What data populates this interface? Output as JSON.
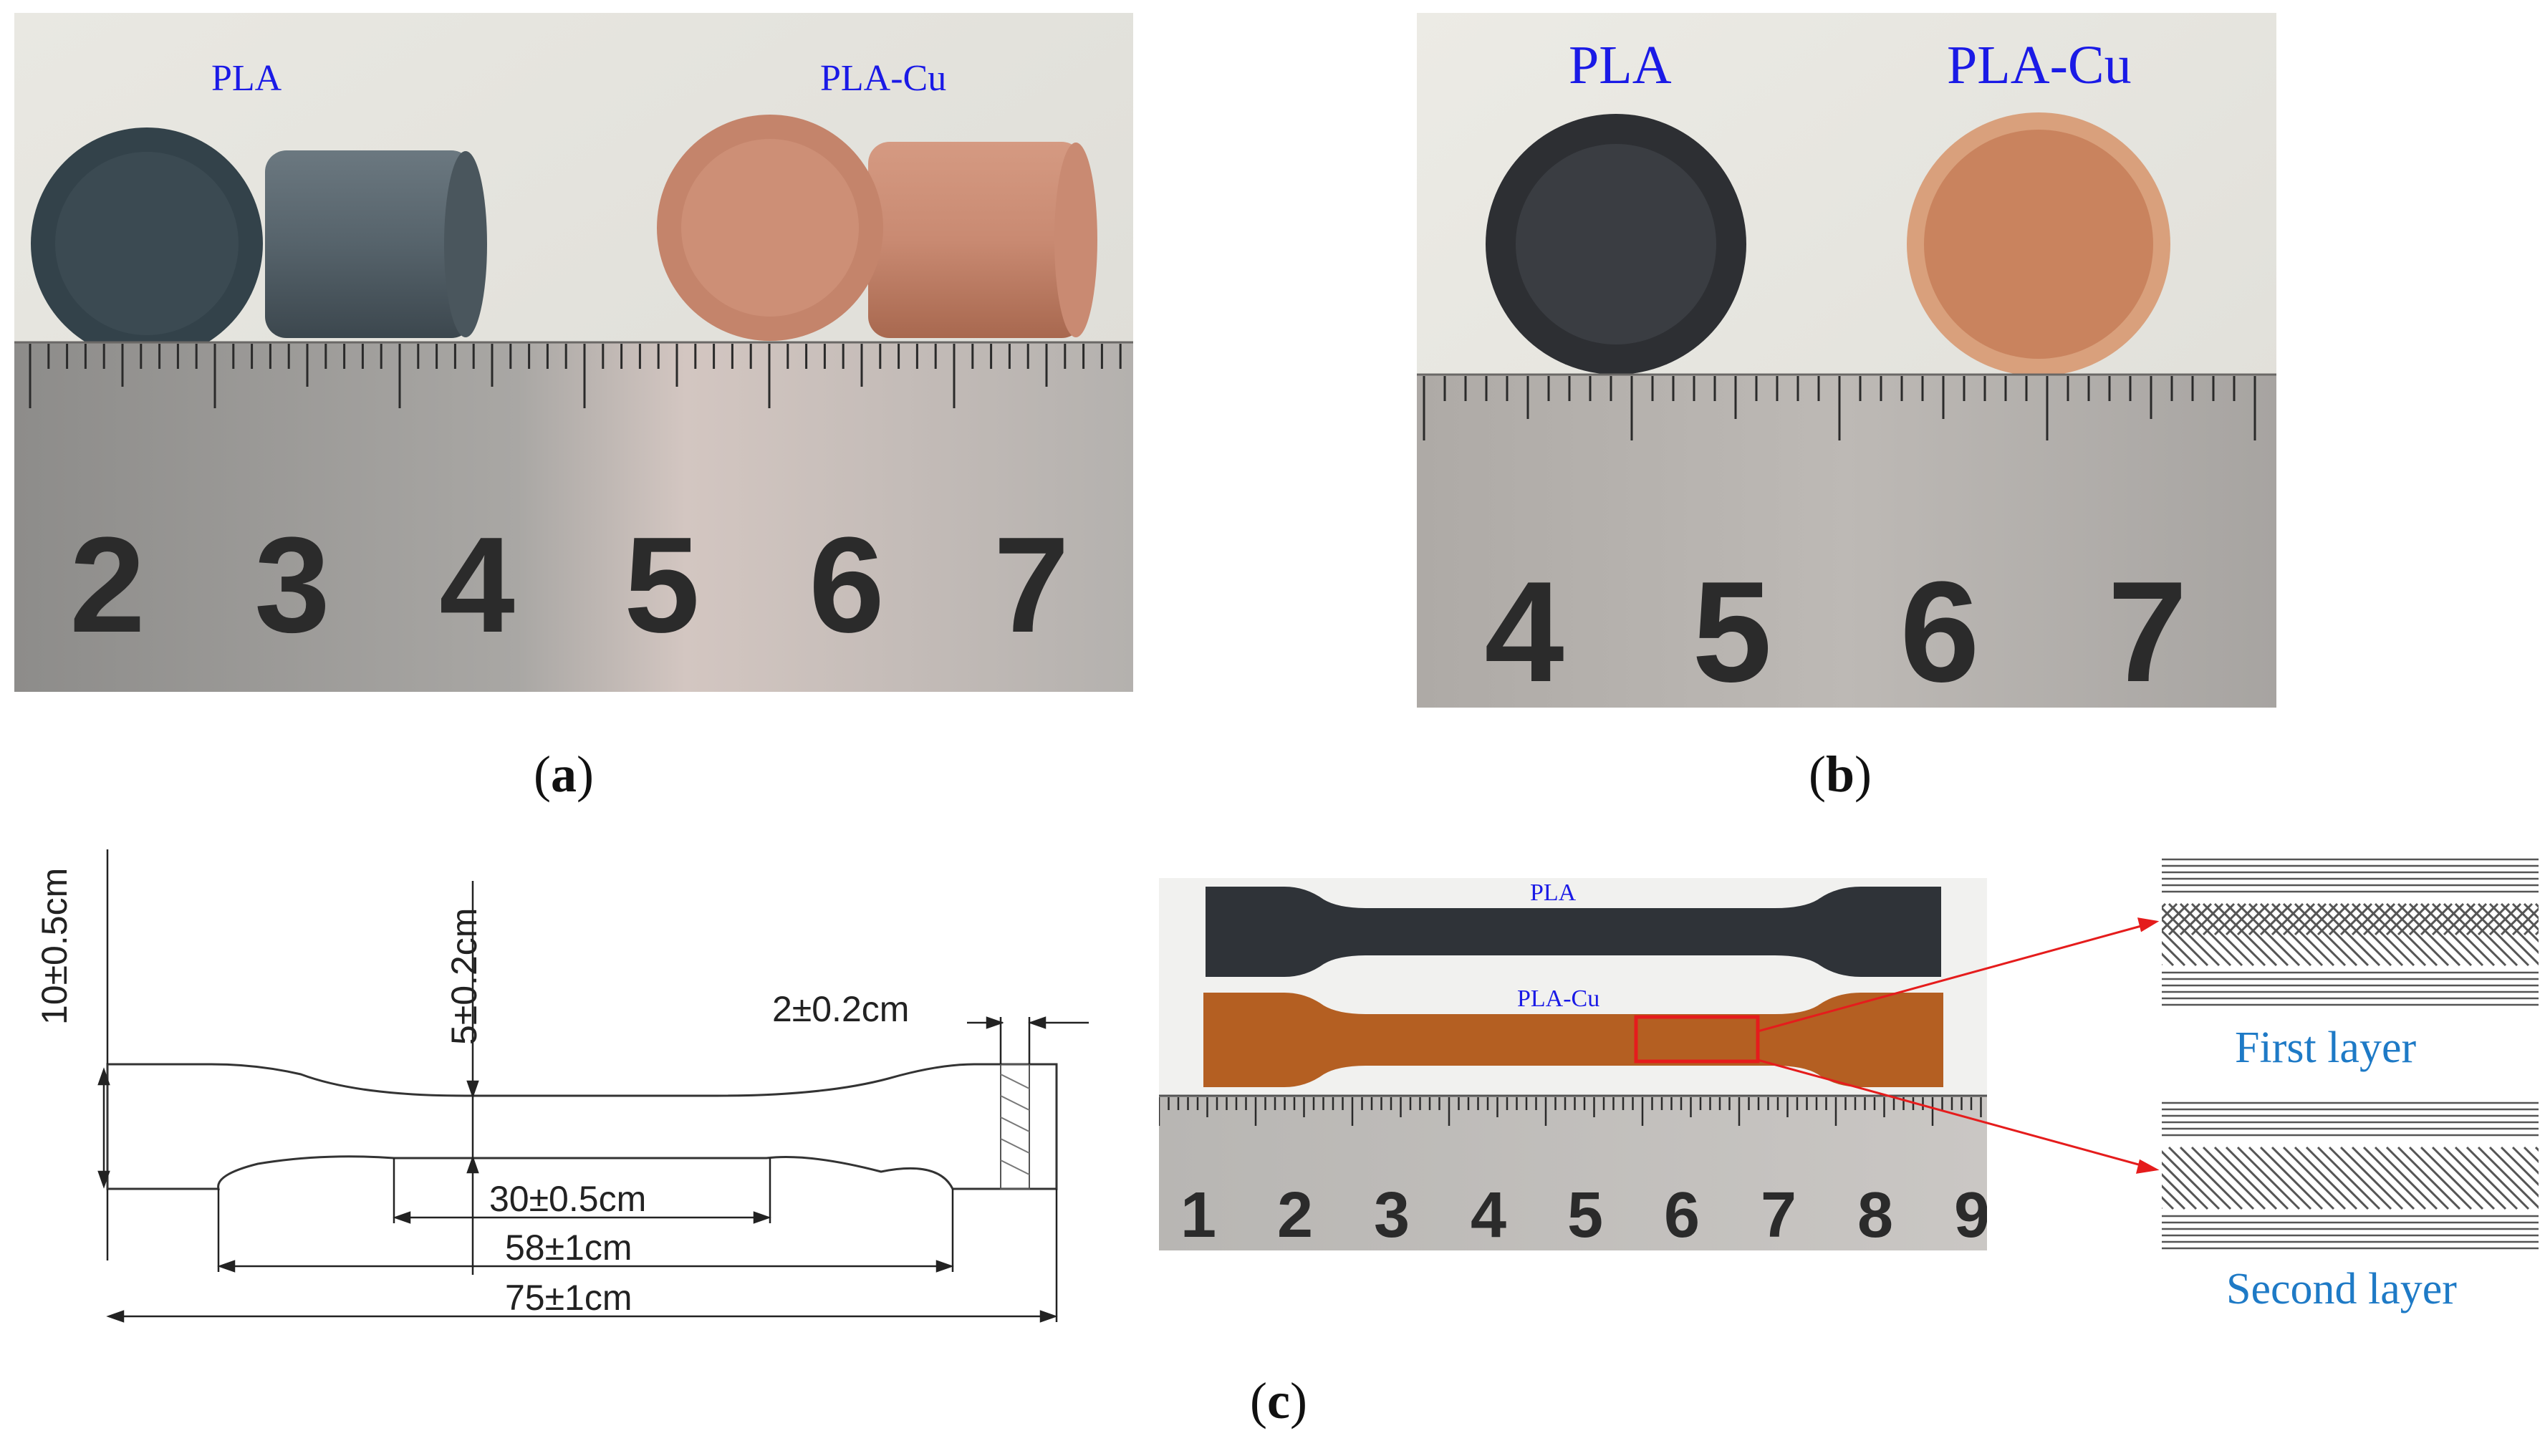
{
  "panel_a": {
    "caption_letter": "a",
    "label_left": "PLA",
    "label_right": "PLA-Cu",
    "ruler_numbers": [
      "2",
      "3",
      "4",
      "5",
      "6",
      "7"
    ]
  },
  "panel_b": {
    "caption_letter": "b",
    "label_left": "PLA",
    "label_right": "PLA-Cu",
    "ruler_numbers": [
      "4",
      "5",
      "6",
      "7"
    ]
  },
  "panel_c": {
    "caption_letter": "c",
    "dimensions": {
      "height": "10±0.5cm",
      "neck_width": "5±0.2cm",
      "grip_width": "2±0.2cm",
      "gauge_length": "30±0.5cm",
      "neck_length": "58±1cm",
      "total_length": "75±1cm"
    },
    "photo_label_top": "PLA",
    "photo_label_bottom": "PLA-Cu",
    "ruler_numbers": [
      "1",
      "2",
      "3",
      "4",
      "5",
      "6",
      "7",
      "8",
      "9"
    ],
    "layer_first": "First layer",
    "layer_second": "Second layer"
  },
  "colors": {
    "label_blue": "#1a1ae6",
    "layer_text_blue": "#1e7ac6",
    "copper": "#c9805e",
    "pla_dark": "#3d4a52",
    "highlight_red": "#e51c1c"
  }
}
